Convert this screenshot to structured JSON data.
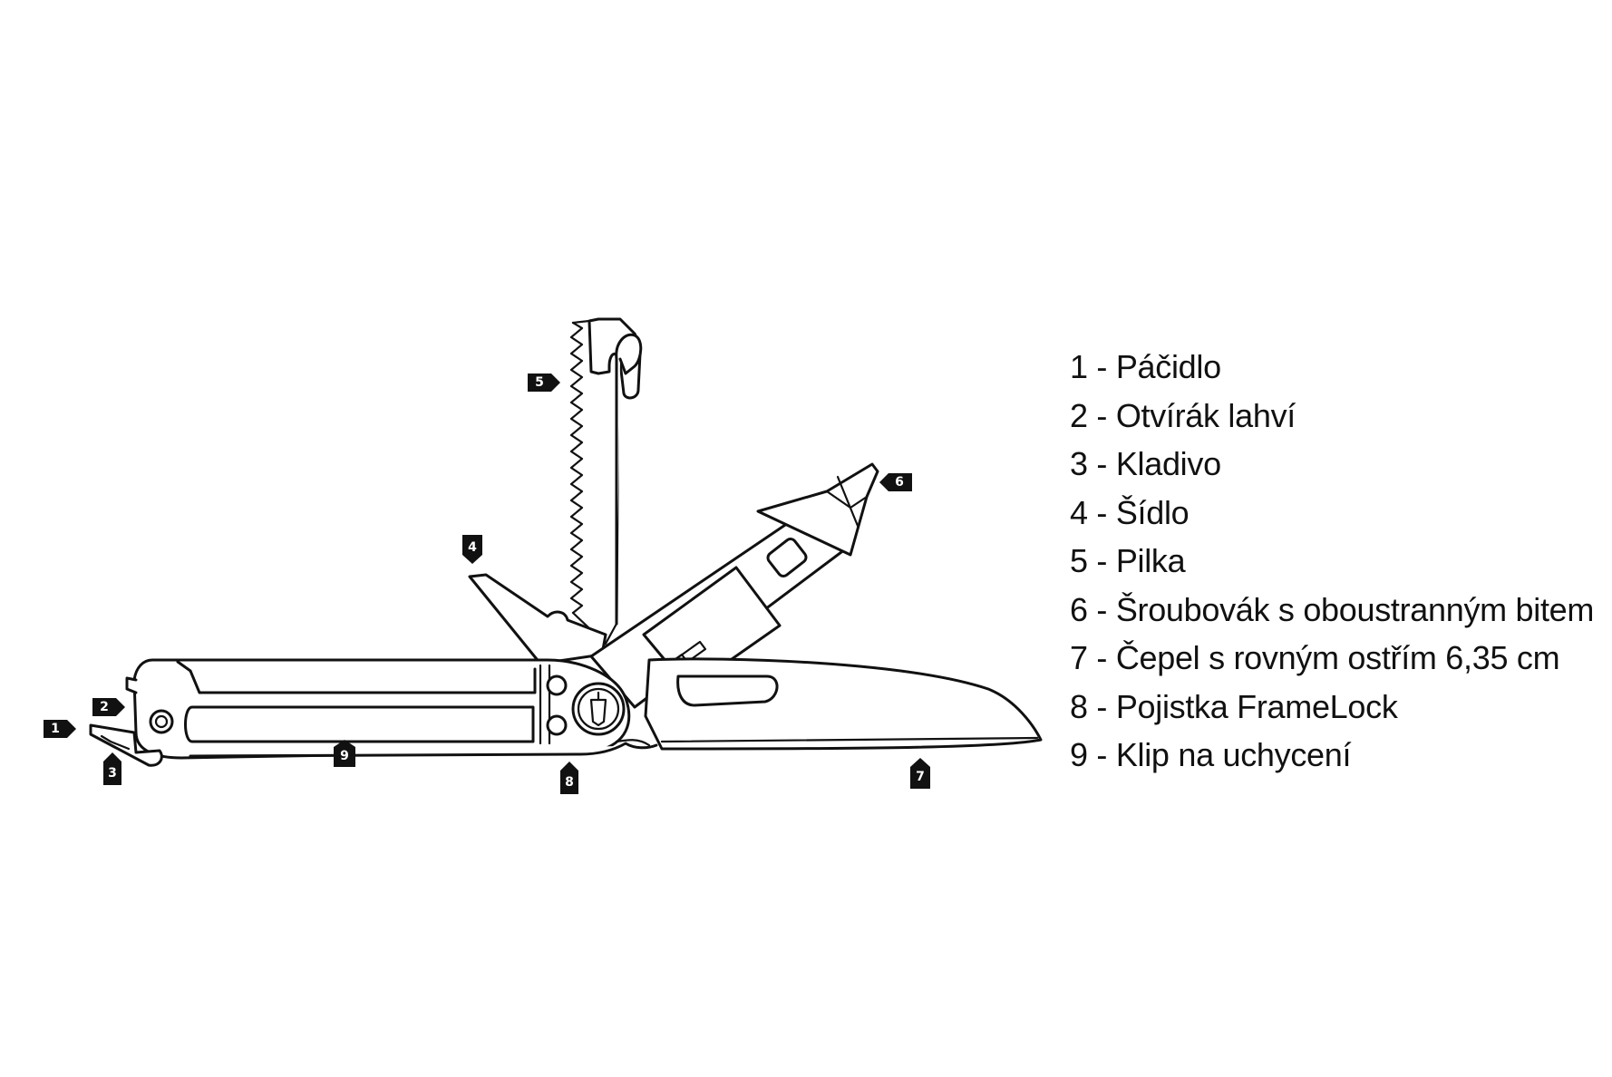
{
  "legend": {
    "items": [
      "1 - Páčidlo",
      "2 - Otvírák lahví",
      "3 - Kladivo",
      "4 - Šídlo",
      "5 - Pilka",
      "6 - Šroubovák s oboustranným bitem",
      "7 - Čepel s rovným ostřím 6,35 cm",
      "8 - Pojistka FrameLock",
      "9 - Klip na uchycení"
    ]
  },
  "callouts": {
    "c1": "1",
    "c2": "2",
    "c3": "3",
    "c4": "4",
    "c5": "5",
    "c6": "6",
    "c7": "7",
    "c8": "8",
    "c9": "9"
  }
}
